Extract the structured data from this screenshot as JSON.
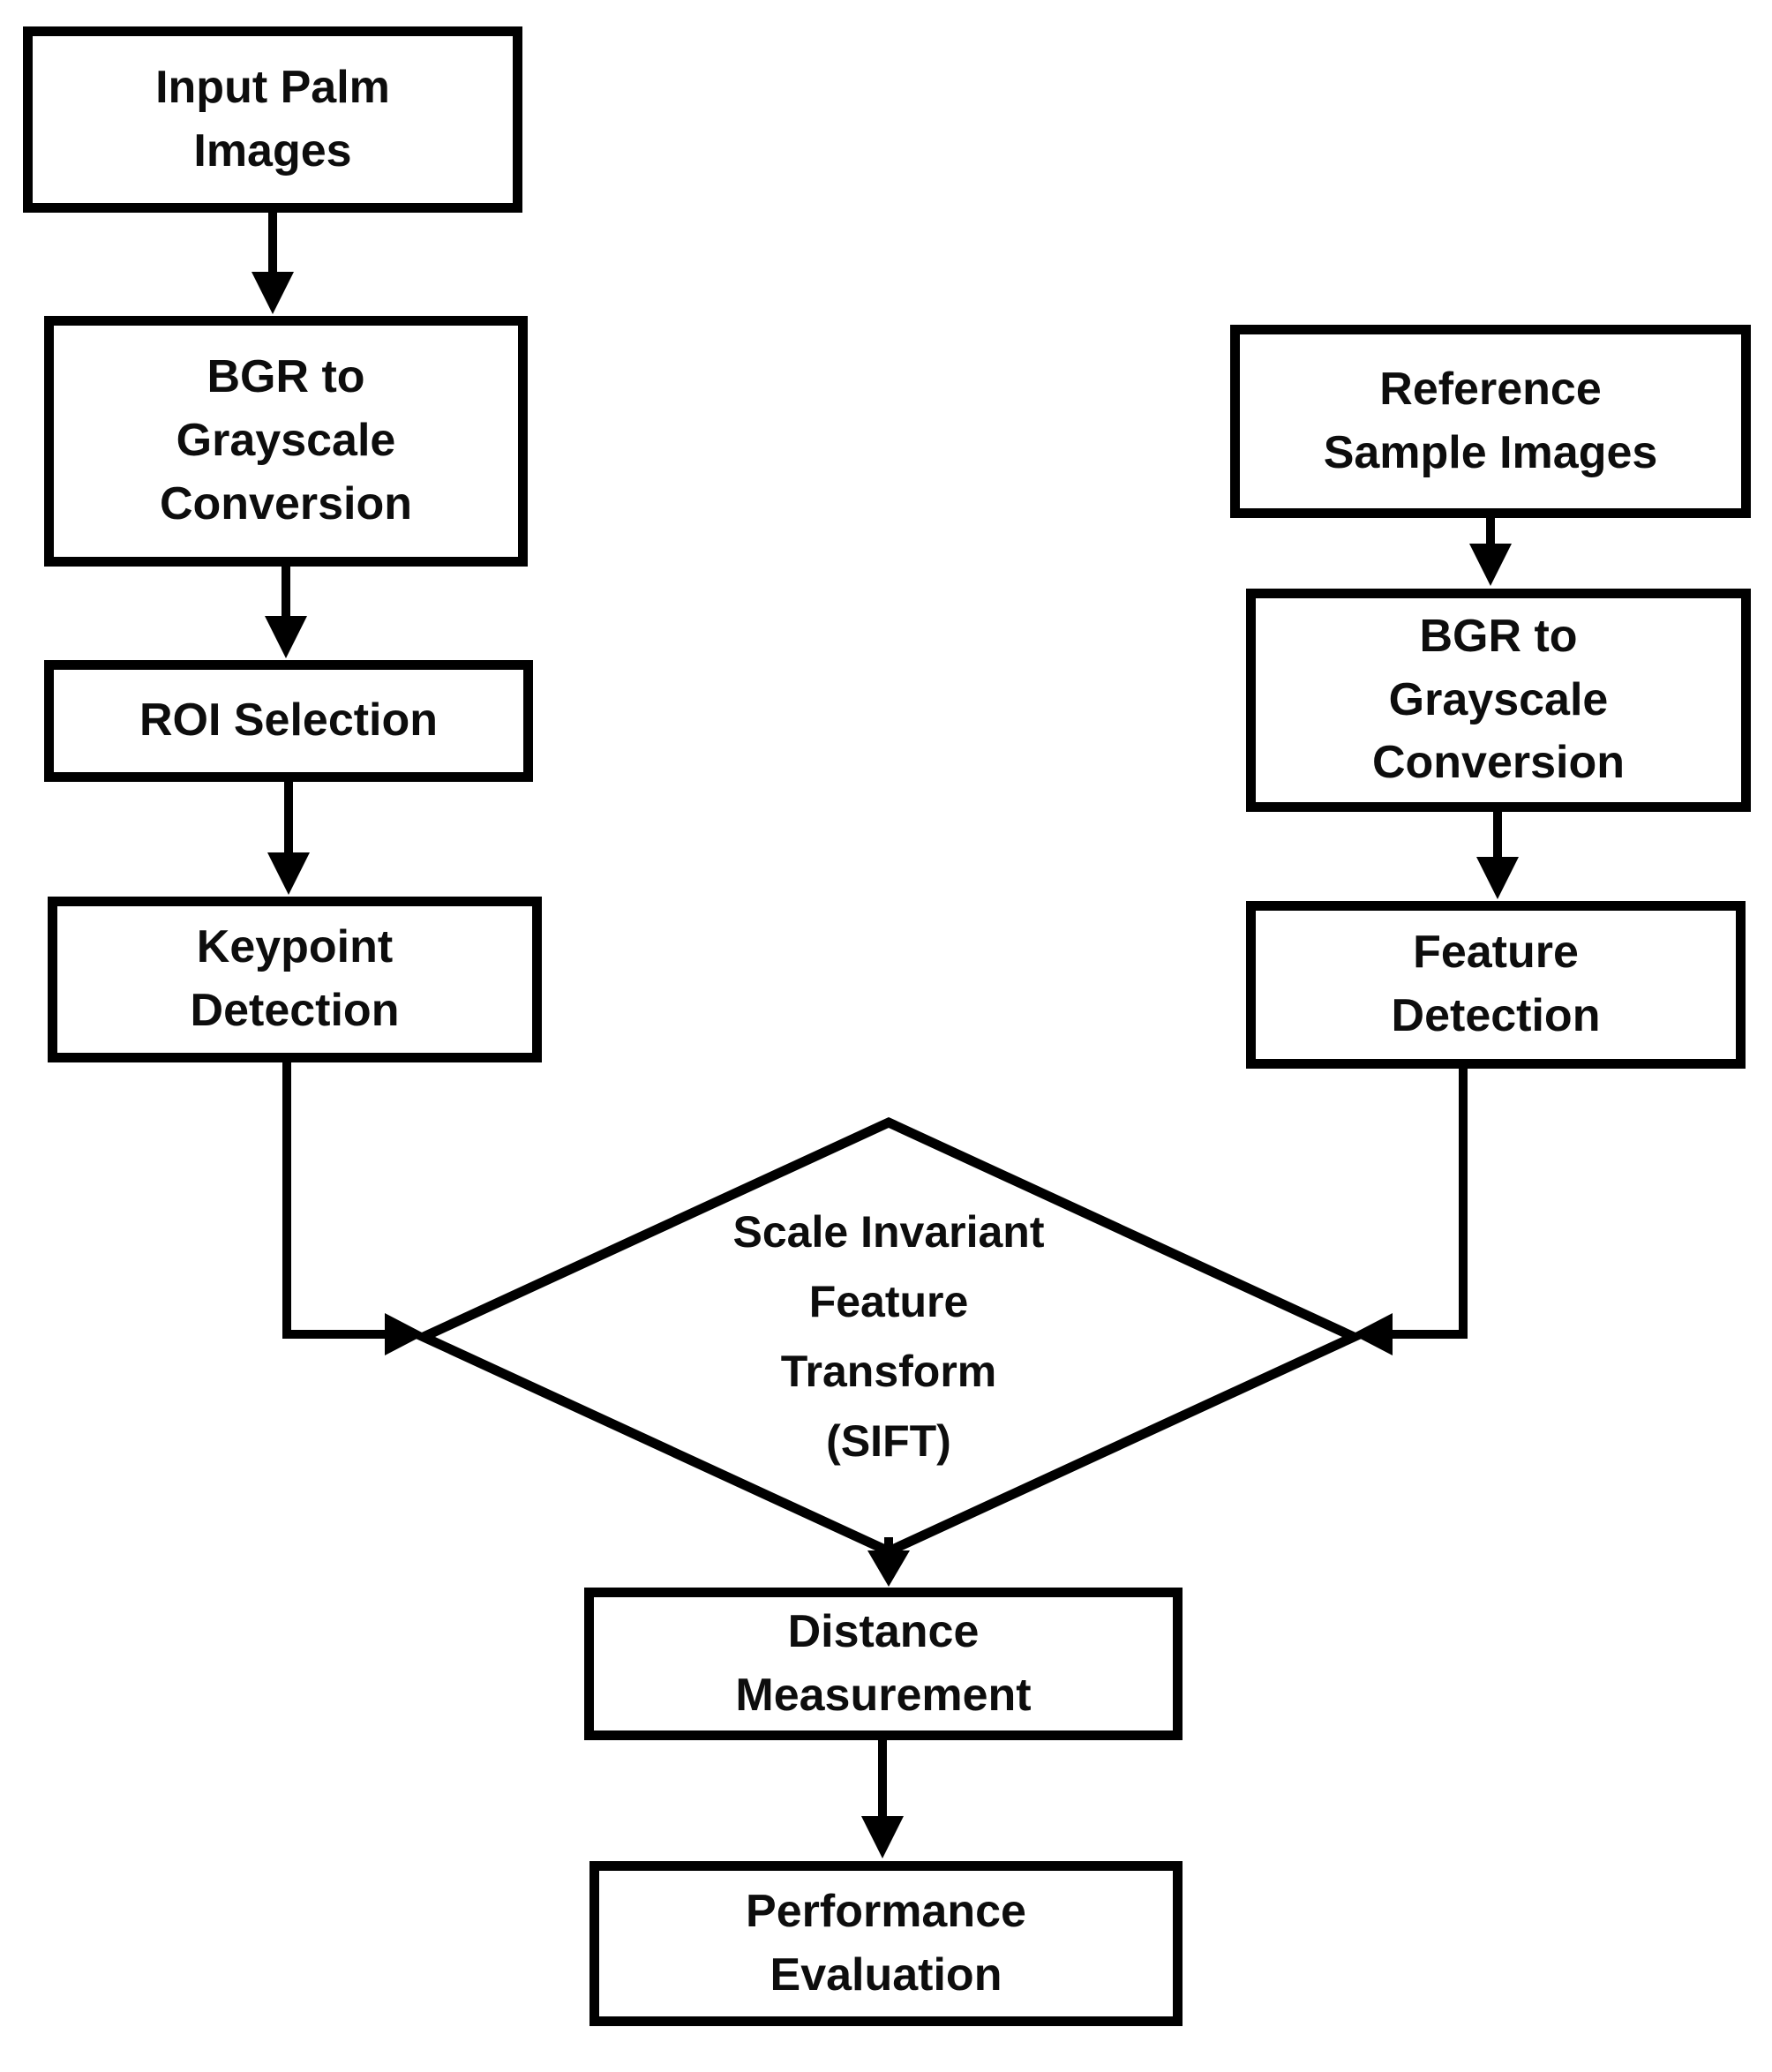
{
  "diagram": {
    "type": "flowchart",
    "colors": {
      "background": "#ffffff",
      "stroke": "#000000",
      "text": "#0d0d0d"
    },
    "nodes": {
      "input_palm_images": {
        "shape": "rectangle",
        "label": [
          "Input Palm",
          "Images"
        ]
      },
      "bgr_grayscale_left": {
        "shape": "rectangle",
        "label": [
          "BGR to",
          "Grayscale",
          "Conversion"
        ]
      },
      "roi_selection": {
        "shape": "rectangle",
        "label": [
          "ROI Selection"
        ]
      },
      "keypoint_detection": {
        "shape": "rectangle",
        "label": [
          "Keypoint",
          "Detection"
        ]
      },
      "reference_sample_images": {
        "shape": "rectangle",
        "label": [
          "Reference",
          "Sample Images"
        ]
      },
      "bgr_grayscale_right": {
        "shape": "rectangle",
        "label": [
          "BGR to",
          "Grayscale",
          "Conversion"
        ]
      },
      "feature_detection": {
        "shape": "rectangle",
        "label": [
          "Feature",
          "Detection"
        ]
      },
      "sift": {
        "shape": "diamond",
        "label": [
          "Scale Invariant",
          "Feature",
          "Transform",
          "(SIFT)"
        ]
      },
      "distance_measurement": {
        "shape": "rectangle",
        "label": [
          "Distance",
          "Measurement"
        ]
      },
      "performance_evaluation": {
        "shape": "rectangle",
        "label": [
          "Performance",
          "Evaluation"
        ]
      }
    },
    "edges": [
      {
        "from": "input_palm_images",
        "to": "bgr_grayscale_left"
      },
      {
        "from": "bgr_grayscale_left",
        "to": "roi_selection"
      },
      {
        "from": "roi_selection",
        "to": "keypoint_detection"
      },
      {
        "from": "keypoint_detection",
        "to": "sift"
      },
      {
        "from": "reference_sample_images",
        "to": "bgr_grayscale_right"
      },
      {
        "from": "bgr_grayscale_right",
        "to": "feature_detection"
      },
      {
        "from": "feature_detection",
        "to": "sift"
      },
      {
        "from": "sift",
        "to": "distance_measurement"
      },
      {
        "from": "distance_measurement",
        "to": "performance_evaluation"
      }
    ]
  }
}
